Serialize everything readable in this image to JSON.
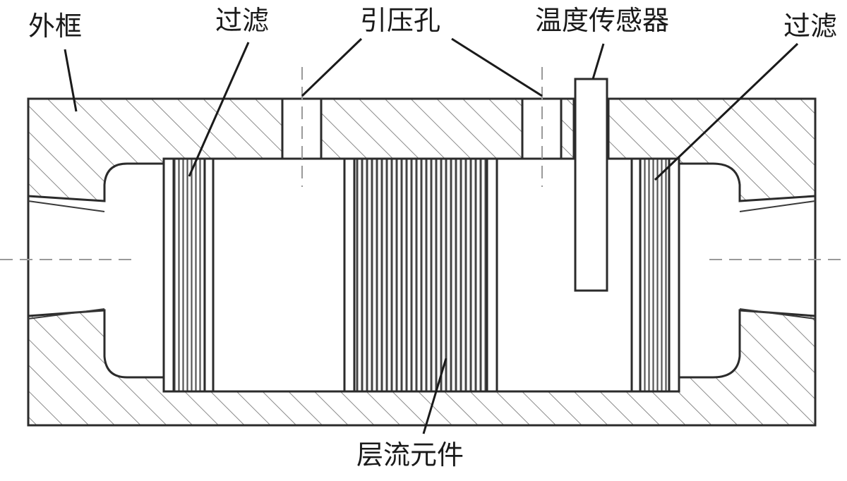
{
  "labels": {
    "outer_frame": "外框",
    "filter_left": "过滤",
    "pressure_holes": "引压孔",
    "temperature_sensor": "温度传感器",
    "filter_right": "过滤",
    "laminar_element": "层流元件"
  },
  "colors": {
    "line": "#2b2b2b",
    "hatch": "#8a8a8a",
    "centerline": "#9a9a9a",
    "background": "#ffffff"
  }
}
